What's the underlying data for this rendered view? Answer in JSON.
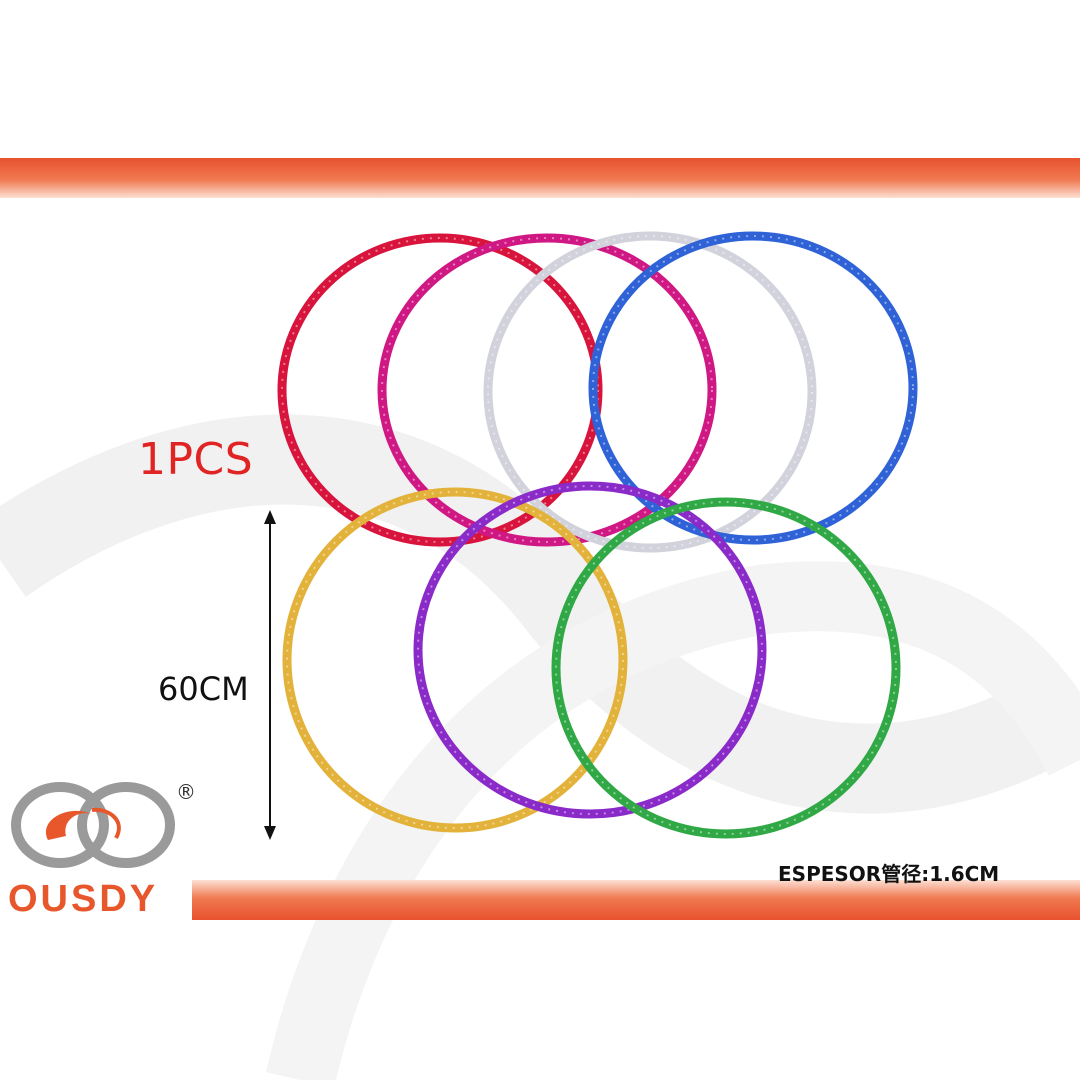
{
  "product": {
    "quantity_label": "1PCS",
    "size_label": "60CM",
    "thickness_label": "ESPESOR管径:1.6CM"
  },
  "brand": {
    "name": "OUSDY",
    "registered_symbol": "®"
  },
  "hoops": [
    {
      "name": "red-hoop",
      "color": "#d8143c"
    },
    {
      "name": "magenta-hoop",
      "color": "#d01884"
    },
    {
      "name": "silver-hoop",
      "color": "#d2d2dc"
    },
    {
      "name": "blue-hoop",
      "color": "#2e62d6"
    },
    {
      "name": "gold-hoop",
      "color": "#e2b23a"
    },
    {
      "name": "purple-hoop",
      "color": "#8a2ac8"
    },
    {
      "name": "green-hoop",
      "color": "#2fa845"
    }
  ],
  "colors": {
    "band": "#e8512e",
    "qty_text": "#e02424",
    "brand_text": "#e8572c"
  }
}
